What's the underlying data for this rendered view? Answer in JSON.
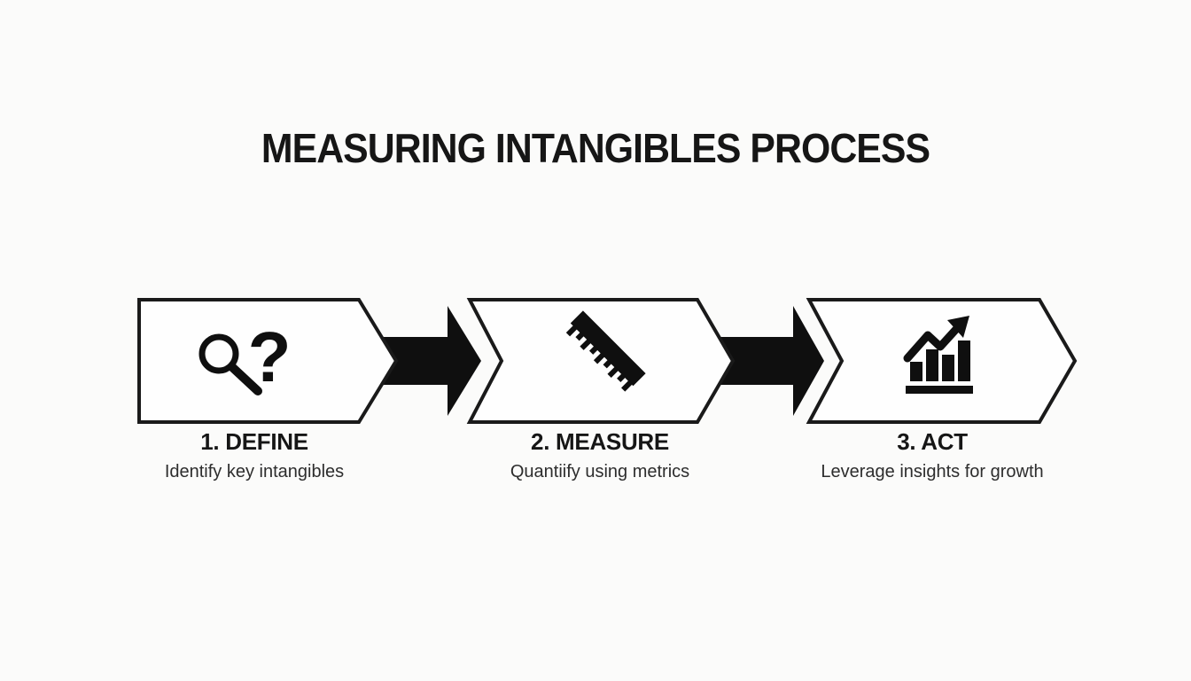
{
  "title": "MEASURING INTANGIBLES PROCESS",
  "steps": [
    {
      "label": "1. DEFINE",
      "description": "Identify key intangibles",
      "icon": "magnifier-question-icon"
    },
    {
      "label": "2. MEASURE",
      "description": "Quantiify using metrics",
      "icon": "ruler-icon"
    },
    {
      "label": "3. ACT",
      "description": "Leverage insights for growth",
      "icon": "growth-chart-icon"
    }
  ],
  "connectors": [
    {
      "type": "arrow-right"
    },
    {
      "type": "arrow-right"
    }
  ],
  "icons": {
    "question_glyph": "?"
  },
  "colors": {
    "background": "#fbfbfa",
    "ink": "#161616",
    "box_fill": "#fefefe",
    "box_border": "#1a1a1a",
    "arrow": "#0f0f0f",
    "subtitle": "#2d2d2d"
  }
}
